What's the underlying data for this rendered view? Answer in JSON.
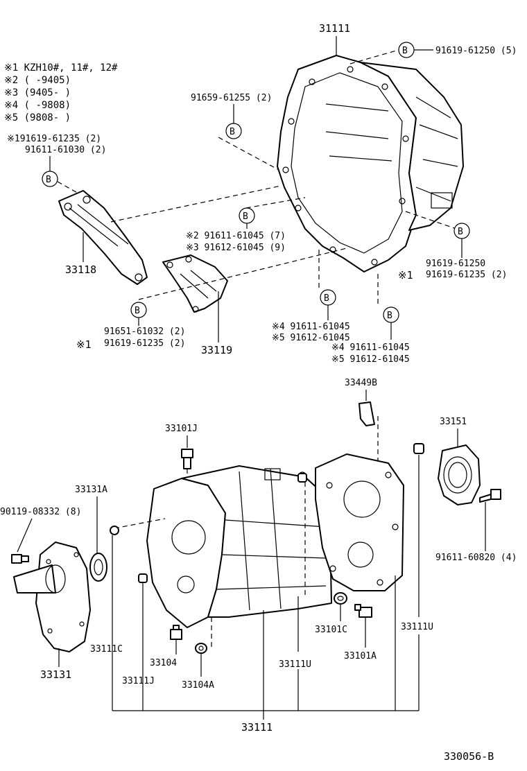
{
  "drawing_id": "330056-B",
  "notes": [
    "※1 KZH10#, 11#, 12#",
    "※2 (       -9405)",
    "※3 (9405-       )",
    "※4 (       -9808)",
    "※5 (9808-       )"
  ],
  "b_marker": "B",
  "labels": {
    "housing_top": "31111",
    "bolt_top_right": "91619-61250 (5)",
    "bolt_top_left": "91659-61255 (2)",
    "bracket_left_bolt1": "※191619-61235 (2)",
    "bracket_left_bolt2": "91611-61030 (2)",
    "bracket_33118": "33118",
    "mid_bolt_2": "※2 91611-61045 (7)",
    "mid_bolt_3": "※3 91612-61045 (9)",
    "right_bolt_1": "91619-61250",
    "right_bolt_2_prefix": "※1",
    "right_bolt_2": "91619-61235 (2)",
    "low_left_bolt1": "91651-61032 (2)",
    "low_left_prefix": "※1",
    "low_left_bolt2": "91619-61235 (2)",
    "bracket_33119": "33119",
    "cb_4": "※4 91611-61045",
    "cb_5": "※5 91612-61045",
    "cr_4": "※4 91611-61045",
    "cr_5": "※5 91612-61045",
    "pin_33449B": "33449B",
    "plug_33101J": "33101J",
    "seal_33151": "33151",
    "seal_33131A": "33131A",
    "bolt_90119": "90119-08332 (8)",
    "bolt_91611_60820": "91611-60820 (4)",
    "cover_33131": "33131",
    "pin_33111C": "33111C",
    "plug_33104": "33104",
    "gasket_33104A": "33104A",
    "pin_33111J": "33111J",
    "pin_33111U_mid": "33111U",
    "gasket_33101C": "33101C",
    "plug_33101A": "33101A",
    "pin_33111U_right": "33111U",
    "case_33111": "33111"
  }
}
